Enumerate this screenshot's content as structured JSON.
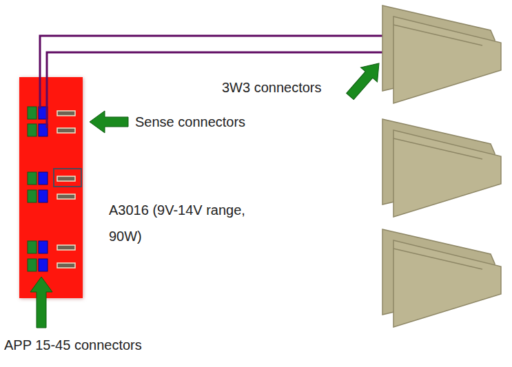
{
  "diagram": {
    "labels": [
      "3W3 connectors",
      "Sense connectors",
      "A3016 (9V-14V range, 90W)",
      "APP 15-45 connectors"
    ]
  }
}
